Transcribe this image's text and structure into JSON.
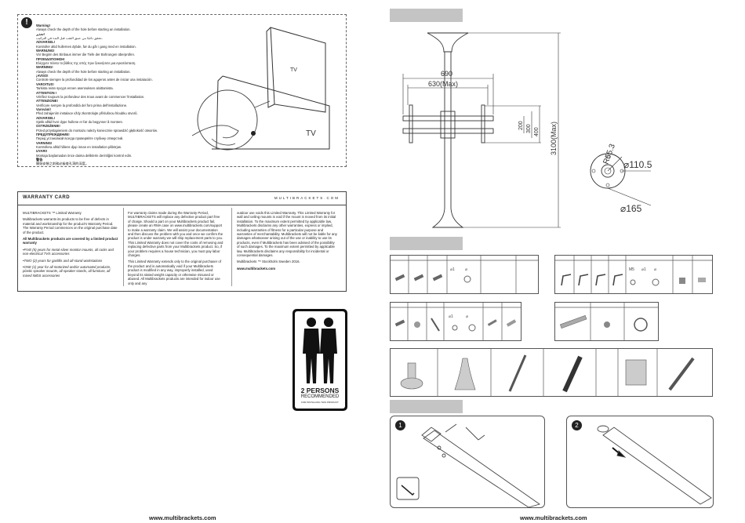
{
  "warning": {
    "icon": "exclamation-icon",
    "lines": [
      {
        "text": "Warning!",
        "bold": true
      },
      {
        "text": "Always check the depth of the hole before starting an installation.",
        "bold": false
      },
      {
        "text": "تحذير!",
        "bold": true
      },
      {
        "text": "تحقق دائمًا من عمق الثقب قبل البدء في التركيب.",
        "bold": false
      },
      {
        "text": "ADVARSEL!",
        "bold": true
      },
      {
        "text": "Kontroller altid hullernes dybde, før du går i gang med en installation.",
        "bold": false
      },
      {
        "text": "WARNUNG!",
        "bold": true
      },
      {
        "text": "Vor Beginn des Einbaus immer die Tiefe der Bohrungen überprüfen.",
        "bold": false
      },
      {
        "text": "ΠΡΟΕΙΔΟΠΟΙΗΣΗ!",
        "bold": true
      },
      {
        "text": "Ελέγχετε πάντα το βάθος της οπής πριν ξεκινήσετε μια εγκατάσταση.",
        "bold": false
      },
      {
        "text": "WARNING!",
        "bold": true
      },
      {
        "text": "Always check the depth of the hole before starting an installation.",
        "bold": false
      },
      {
        "text": "¡AVISO!",
        "bold": true
      },
      {
        "text": "Controle siempre la profundidad de los agujeros antes de iniciar una instalación.",
        "bold": false
      },
      {
        "text": "VAROITUS!",
        "bold": true
      },
      {
        "text": "Tarkista reiän syvyys ennen asennuksen aloittamista.",
        "bold": false
      },
      {
        "text": "ATTENTION !",
        "bold": true
      },
      {
        "text": "Vérifiez toujours la profondeur des trous avant de commencer l'installation.",
        "bold": false
      },
      {
        "text": "ATTENZIONE!",
        "bold": true
      },
      {
        "text": "Verificare sempre la profondità del foro prima dell'installazione.",
        "bold": false
      },
      {
        "text": "Varování!",
        "bold": true
      },
      {
        "text": "Před zahájením instalace vždy zkontrolujte příslušnou hloubku otvorů.",
        "bold": false
      },
      {
        "text": "ADVARSEL!",
        "bold": true
      },
      {
        "text": "Sjekk alltid hvor dype hullene er før du begynner å montere.",
        "bold": false
      },
      {
        "text": "OSTRZEŻENIE!",
        "bold": true
      },
      {
        "text": "Przed przystąpieniem do montażu należy koniecznie sprawdzić głębokość otworów.",
        "bold": false
      },
      {
        "text": "ПРЕДУПРЕЖДЕНИЕ!",
        "bold": true
      },
      {
        "text": "Перед установкой всегда проверяйте глубину отверстий.",
        "bold": false
      },
      {
        "text": "VARNING!",
        "bold": true
      },
      {
        "text": "Kontrollera alltid hålens djup innan en installation påbörjas.",
        "bold": false
      },
      {
        "text": "UYARI!",
        "bold": true
      },
      {
        "text": "Montaja başlamadan önce daima deliklerin derinliğini kontrol edin.",
        "bold": false
      },
      {
        "text": "警告",
        "bold": true
      },
      {
        "text": "開始安裝之前務必檢查孔洞的深度。",
        "bold": false
      }
    ]
  },
  "tv_illustration": {
    "label_small": "TV",
    "label_large": "TV"
  },
  "warranty": {
    "title": "WARRANTY CARD",
    "brand": "MULTIBRACKETS.COM",
    "col1": [
      "MULTIBRACKETS ™ Limited Warranty",
      "Multibrackets warrants its products to be free of defects in material and workmanship for the product's Warranty Period. The Warranty Period commences on the original purchase date of the product.",
      "All Multibrackets products are covered by a limited product warranty",
      "•FIVE (5) years for metal-silver monitor mounts, all racks and non-electrical TV/s accessories",
      "•TWO (2) years for gaslifts and all-stand workstations",
      "•ONE (1) year for all motorized and/or automated products, plastic speaker mounts, all speaker stands, all furniture, all mixed IMDS accessories"
    ],
    "col2": [
      "For warranty claims made during the Warranty Period, MULTIBRACKETS will replace any defective product part free of charge. Should a part on your Multibrackets product fail, please create an RMA case on www.multibrackets.com/support to make a warranty claim. We will assist your documentation and then discuss the problem with you and once we confirm the product is under warranty we will ship replacement parts to you. This Limited Warranty does not cover the costs of removing and replacing defective parts from your Multibrackets product. So, if your problem requires a house technician, you must pay labor charges.",
      "This Limited Warranty extends only to the original purchaser of the product and is automatically void if your Multibrackets product is modified in any way, improperly installed, used beyond its stated weight capacity or otherwise misused or abused. All Multibrackets products are intended for indoor use only and any"
    ],
    "col3": [
      "outdoor use voids this Limited Warranty. This Limited Warranty for wall and ceiling mounts is void if the mount is moved from its initial installation. To the maximum extent permitted by applicable law, Multibrackets disclaims any other warranties, express or implied, including warranties of fitness for a particular purpose and warranties of merchantability. Multibrackets will not be liable for any damages whatsoever arising out of the use or inability to use its products, even if Multibrackets has been advised of the possibility of such damages. To the maximum extent permitted by applicable law, Multibrackets disclaims any responsibility for incidental or consequential damages.",
      "Multibrackets ™ Stockholm Sweden 2016.",
      "www.multibrackets.com"
    ]
  },
  "badge": {
    "line1": "2 PERSONS",
    "line2": "RECOMMENDED",
    "line3": "FOR INSTALLING THIS PRODUCT"
  },
  "footer_left": "www.multibrackets.com",
  "footer_right": "www.multibrackets.com",
  "dimensions": {
    "w690": "690",
    "w630": "630(Max)",
    "d200": "200",
    "d300": "300",
    "d400": "400",
    "h3100": "3100(Max)",
    "r55": "R55.3",
    "d110": "⌀110.5",
    "d165": "⌀165"
  },
  "parts_labels": {
    "m5": "M5",
    "o1": "⌀1",
    "o2": "⌀",
    "o3": "⌀1",
    "o4": "⌀"
  },
  "steps": {
    "step1": "1",
    "step2": "2"
  }
}
